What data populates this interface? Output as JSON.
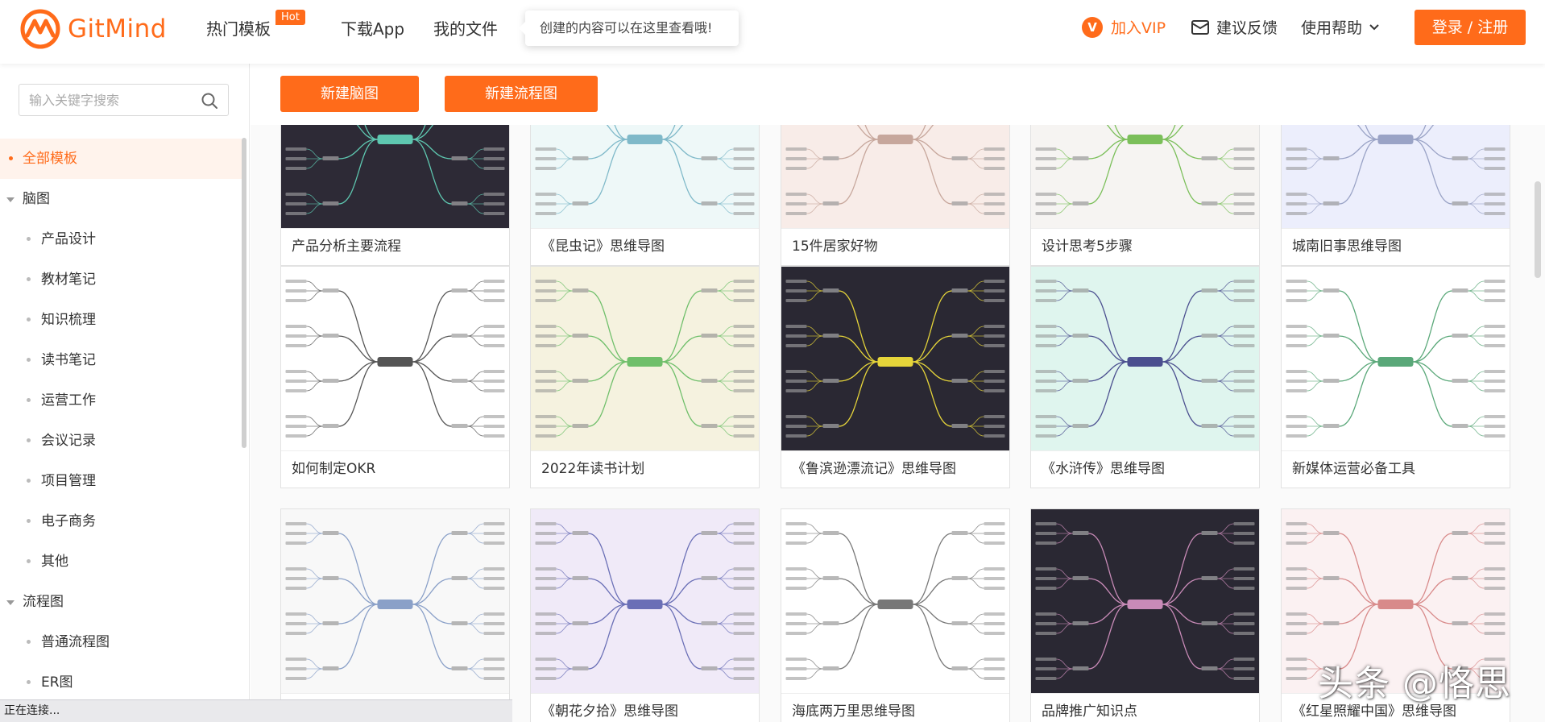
{
  "header": {
    "logo_text": "GitMind",
    "nav": [
      {
        "label": "热门模板",
        "badge": "Hot"
      },
      {
        "label": "下载App"
      },
      {
        "label": "我的文件"
      }
    ],
    "tooltip": "创建的内容可以在这里查看哦!",
    "vip_label": "加入VIP",
    "feedback_label": "建议反馈",
    "help_label": "使用帮助",
    "login_label": "登录 / 注册"
  },
  "sidebar": {
    "search_placeholder": "输入关键字搜索",
    "items": [
      {
        "label": "全部模板",
        "type": "root",
        "active": true
      },
      {
        "label": "脑图",
        "type": "category"
      },
      {
        "label": "产品设计",
        "type": "sub"
      },
      {
        "label": "教材笔记",
        "type": "sub"
      },
      {
        "label": "知识梳理",
        "type": "sub"
      },
      {
        "label": "读书笔记",
        "type": "sub"
      },
      {
        "label": "运营工作",
        "type": "sub"
      },
      {
        "label": "会议记录",
        "type": "sub"
      },
      {
        "label": "项目管理",
        "type": "sub"
      },
      {
        "label": "电子商务",
        "type": "sub"
      },
      {
        "label": "其他",
        "type": "sub"
      },
      {
        "label": "流程图",
        "type": "category"
      },
      {
        "label": "普通流程图",
        "type": "sub"
      },
      {
        "label": "ER图",
        "type": "sub"
      }
    ]
  },
  "toolbar": {
    "new_mindmap": "新建脑图",
    "new_flowchart": "新建流程图"
  },
  "templates": [
    {
      "title": "产品分析主要流程",
      "bg": "#2d2a36",
      "line": "#5ec7b0",
      "style": "dark"
    },
    {
      "title": "《昆虫记》思维导图",
      "bg": "#eef8f8",
      "line": "#7fb9c9",
      "style": "light"
    },
    {
      "title": "15件居家好物",
      "bg": "#f8ece8",
      "line": "#c7a79c",
      "style": "light"
    },
    {
      "title": "设计思考5步骤",
      "bg": "#f6f4f2",
      "line": "#7bbf5a",
      "style": "light"
    },
    {
      "title": "城南旧事思维导图",
      "bg": "#eceefc",
      "line": "#9aa3c6",
      "style": "light"
    },
    {
      "title": "如何制定OKR",
      "bg": "#ffffff",
      "line": "#555555",
      "style": "light"
    },
    {
      "title": "2022年读书计划",
      "bg": "#f5f2df",
      "line": "#6fbf6a",
      "style": "light"
    },
    {
      "title": "《鲁滨逊漂流记》思维导图",
      "bg": "#2a2833",
      "line": "#e6d53a",
      "style": "dark"
    },
    {
      "title": "《水浒传》思维导图",
      "bg": "#dff5ee",
      "line": "#4b4f8f",
      "style": "light"
    },
    {
      "title": "新媒体运营必备工具",
      "bg": "#ffffff",
      "line": "#5aa879",
      "style": "light"
    },
    {
      "title": "",
      "bg": "#f8f8f8",
      "line": "#8aa0c8",
      "style": "light"
    },
    {
      "title": "《朝花夕拾》思维导图",
      "bg": "#f0eaf8",
      "line": "#6a6fb6",
      "style": "light"
    },
    {
      "title": "海底两万里思维导图",
      "bg": "#ffffff",
      "line": "#777777",
      "style": "light"
    },
    {
      "title": "品牌推广知识点",
      "bg": "#2a2833",
      "line": "#c98bb8",
      "style": "dark"
    },
    {
      "title": "《红星照耀中国》思维导图",
      "bg": "#fbf1f2",
      "line": "#d88a8a",
      "style": "light"
    }
  ],
  "statusbar": {
    "text": "正在连接..."
  },
  "watermark": {
    "text": "头条 @恪思"
  },
  "colors": {
    "accent": "#ff6b1a"
  }
}
